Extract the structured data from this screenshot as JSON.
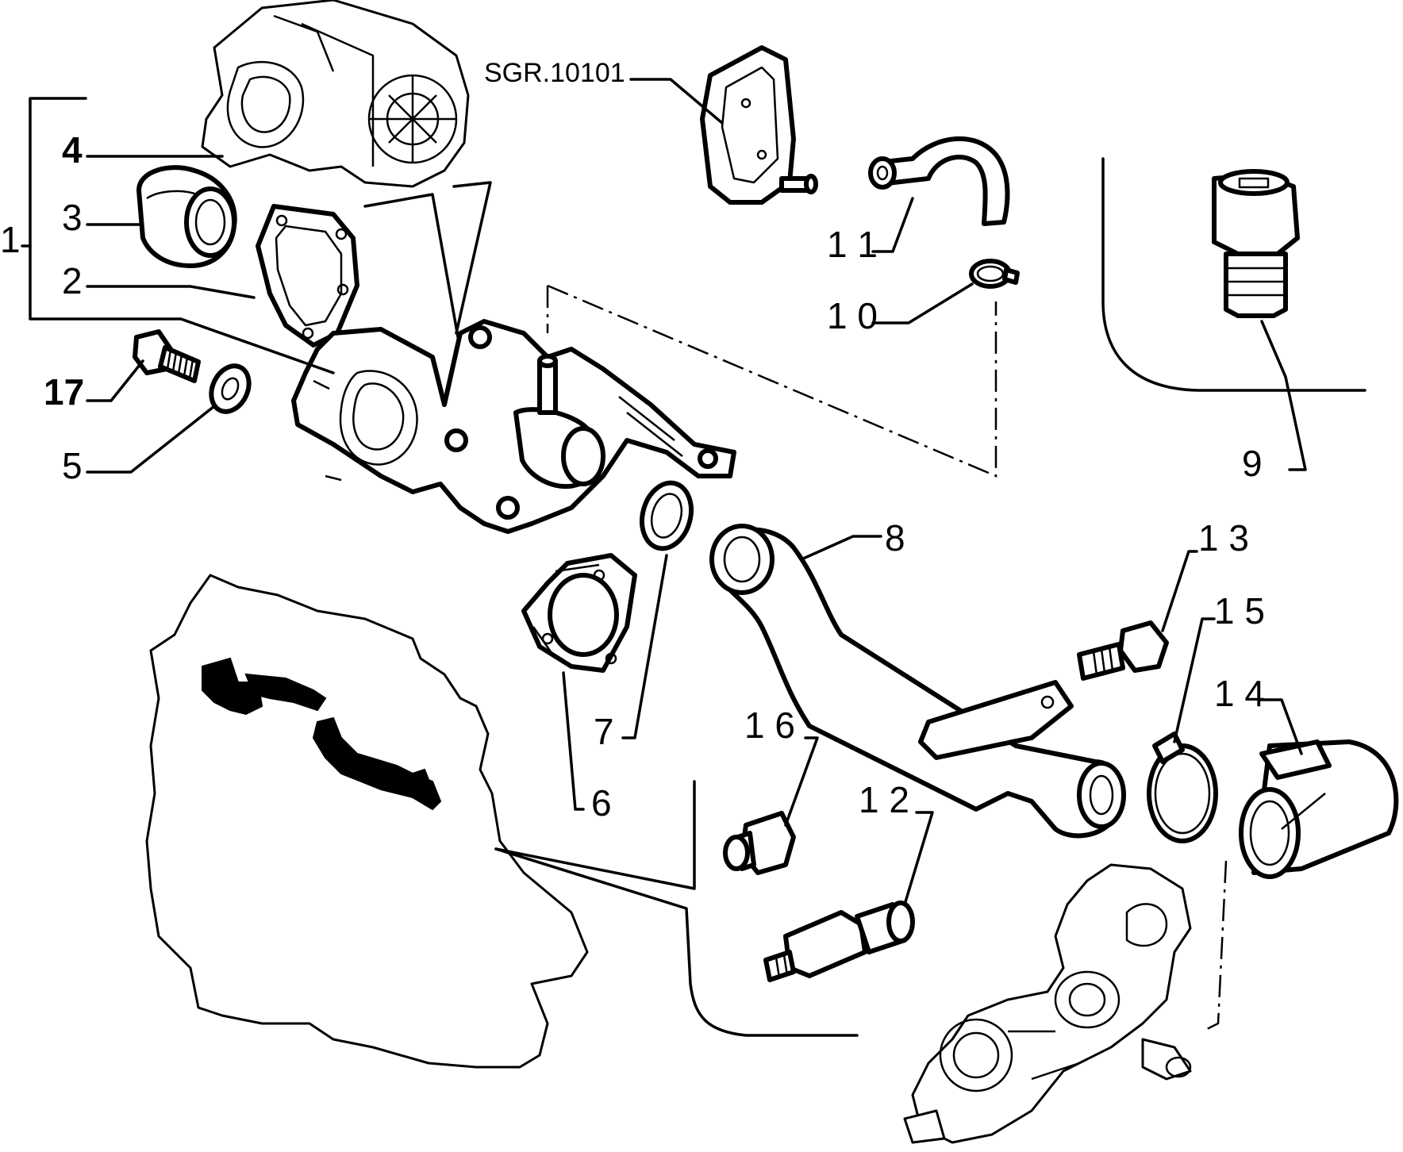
{
  "diagram": {
    "reference_label": "SGR.10101",
    "callouts": [
      {
        "id": "c1",
        "text": "1"
      },
      {
        "id": "c2",
        "text": "2"
      },
      {
        "id": "c3",
        "text": "3"
      },
      {
        "id": "c4",
        "text": "4"
      },
      {
        "id": "c5",
        "text": "5"
      },
      {
        "id": "c6",
        "text": "6"
      },
      {
        "id": "c7",
        "text": "7"
      },
      {
        "id": "c8",
        "text": "8"
      },
      {
        "id": "c9",
        "text": "9"
      },
      {
        "id": "c10",
        "text": "1 0"
      },
      {
        "id": "c11",
        "text": "1 1"
      },
      {
        "id": "c12",
        "text": "1 2"
      },
      {
        "id": "c13",
        "text": "1 3"
      },
      {
        "id": "c14",
        "text": "1 4"
      },
      {
        "id": "c15",
        "text": "1 5"
      },
      {
        "id": "c16",
        "text": "1 6"
      },
      {
        "id": "c17",
        "text": "17"
      }
    ]
  }
}
